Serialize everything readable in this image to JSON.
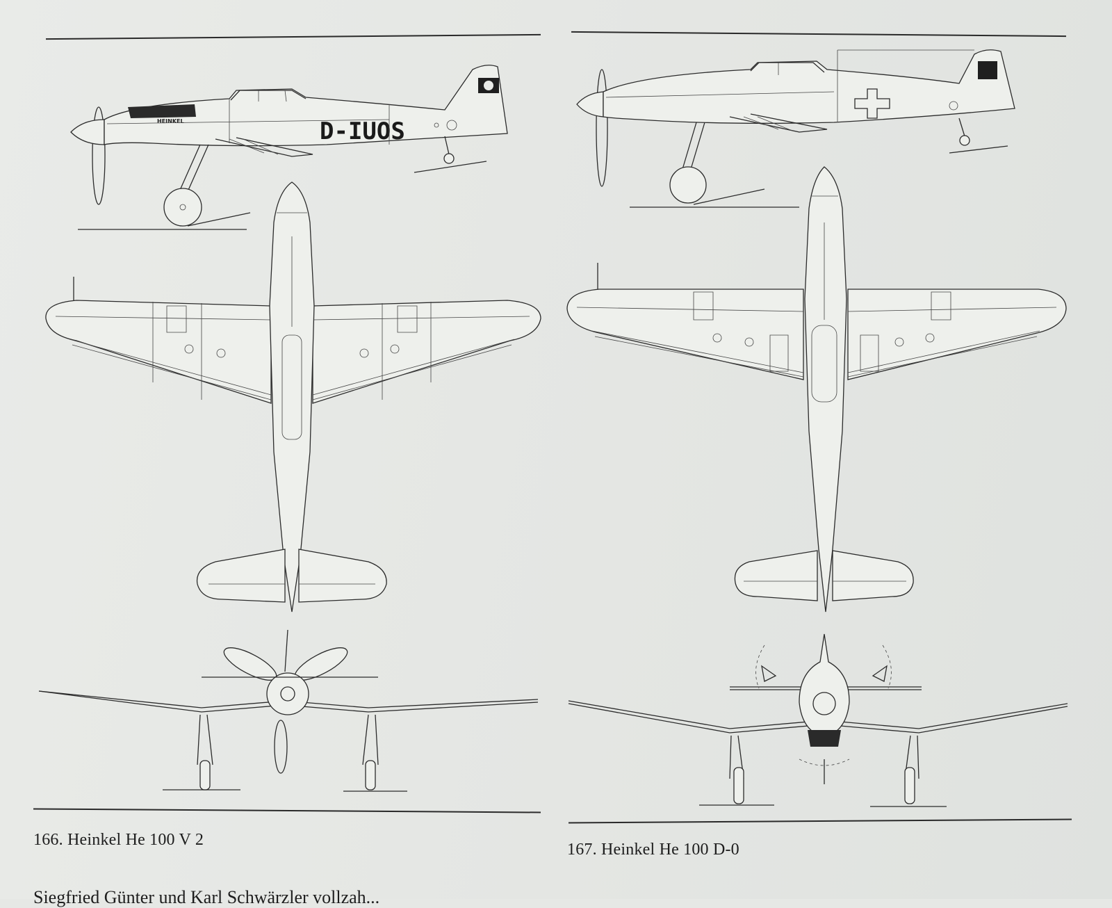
{
  "figures": [
    {
      "id": "166",
      "caption": "166.  Heinkel He 100 V 2",
      "registration": "D-IUOS",
      "maker_label": "HEINKEL"
    },
    {
      "id": "167",
      "caption": "167.  Heinkel He 100 D-0"
    }
  ],
  "footer_text": "Siegfried Günter und Karl Schwärzler vollzah..."
}
